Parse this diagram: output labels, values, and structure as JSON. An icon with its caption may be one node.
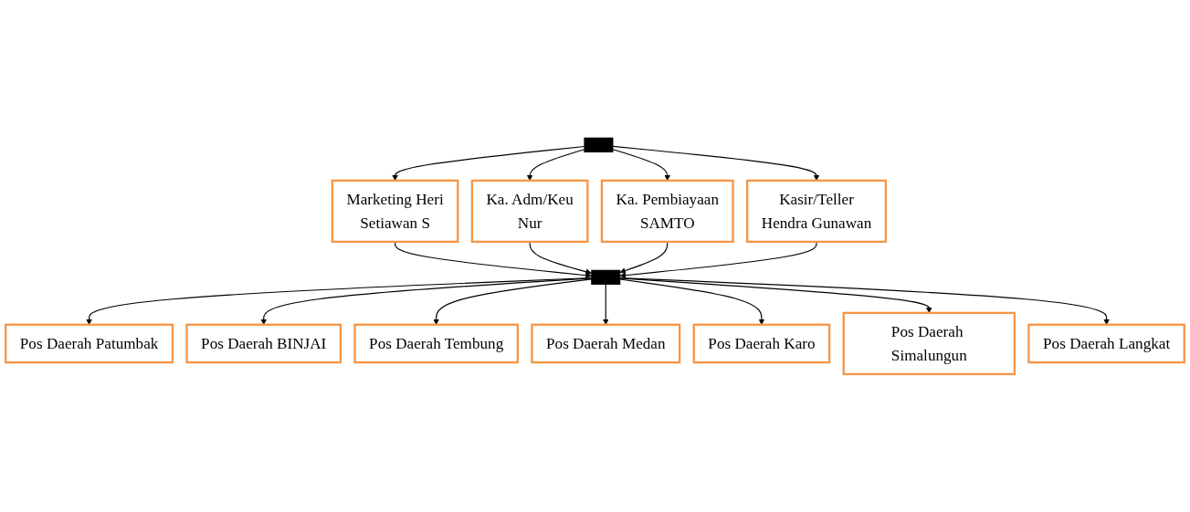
{
  "diagram": {
    "nodes": [
      {
        "text": [],
        "shape": "bar"
      },
      {
        "text": [
          "Marketing Heri",
          "Setiawan S"
        ]
      },
      {
        "text": [
          "Ka. Adm/Keu",
          "Nur"
        ]
      },
      {
        "text": [
          "Ka. Pembiayaan",
          "SAMTO"
        ]
      },
      {
        "text": [
          "Kasir/Teller",
          "Hendra Gunawan"
        ]
      },
      {
        "text": [],
        "shape": "bar"
      },
      {
        "text": [
          "Pos Daerah Patumbak"
        ]
      },
      {
        "text": [
          "Pos Daerah BINJAI"
        ]
      },
      {
        "text": [
          "Pos Daerah Tembung"
        ]
      },
      {
        "text": [
          "Pos Daerah Medan"
        ]
      },
      {
        "text": [
          "Pos Daerah Karo"
        ]
      },
      {
        "text": [
          "Pos Daerah Simalungun"
        ]
      },
      {
        "text": [
          "Pos Daerah Langkat"
        ]
      }
    ],
    "edges": [
      {
        "from": 0,
        "to": 1,
        "arrow": "to"
      },
      {
        "from": 0,
        "to": 2,
        "arrow": "to"
      },
      {
        "from": 0,
        "to": 3,
        "arrow": "to"
      },
      {
        "from": 0,
        "to": 4,
        "arrow": "to"
      },
      {
        "from": 1,
        "to": 5,
        "arrow": "to"
      },
      {
        "from": 2,
        "to": 5,
        "arrow": "to"
      },
      {
        "from": 3,
        "to": 5,
        "arrow": "to"
      },
      {
        "from": 4,
        "to": 5,
        "arrow": "to"
      },
      {
        "from": 5,
        "to": 6,
        "arrow": "to"
      },
      {
        "from": 5,
        "to": 7,
        "arrow": "to"
      },
      {
        "from": 5,
        "to": 8,
        "arrow": "to"
      },
      {
        "from": 5,
        "to": 9,
        "arrow": "to"
      },
      {
        "from": 5,
        "to": 10,
        "arrow": "to"
      },
      {
        "from": 5,
        "to": 11,
        "arrow": "to"
      },
      {
        "from": 5,
        "to": 12,
        "arrow": "to"
      }
    ]
  }
}
